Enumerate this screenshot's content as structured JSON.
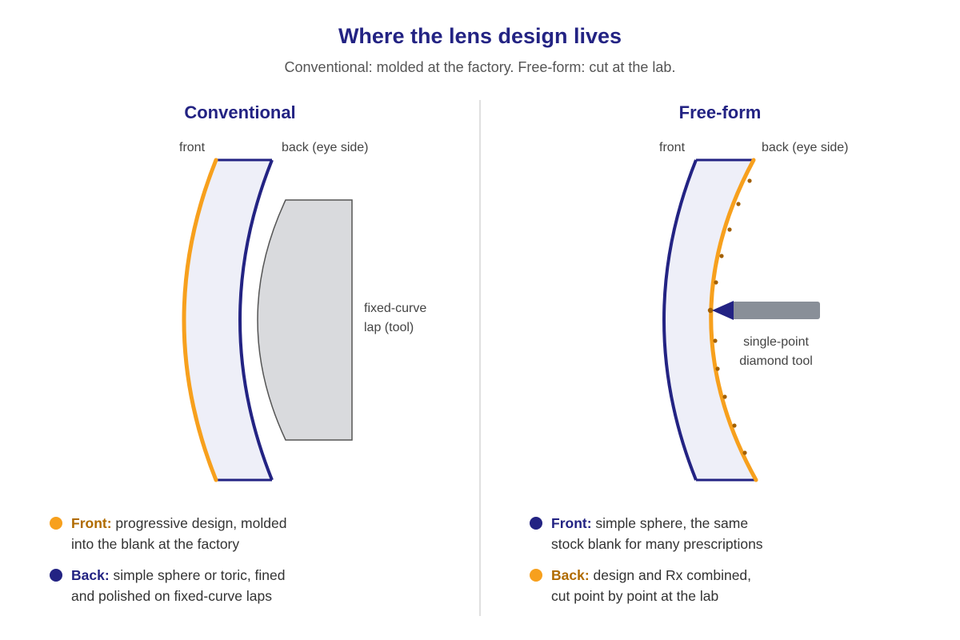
{
  "header": {
    "title": "Where the lens design lives",
    "subtitle": "Conventional: molded at the factory. Free-form: cut at the lab."
  },
  "colors": {
    "navy": "#232383",
    "orange": "#f7a01d",
    "lens_fill": "#eeeff8",
    "tool_gray": "#898f98",
    "lap_fill": "#d9dadd",
    "dot_brown": "#a36000",
    "legend_orange_text": "#b06b00"
  },
  "conventional": {
    "title": "Conventional",
    "front_label": "front",
    "back_label": "back (eye side)",
    "tool_label_line1": "fixed-curve",
    "tool_label_line2": "lap (tool)",
    "legend": [
      {
        "term": "Front:",
        "line1": "progressive design, molded",
        "line2": "into the blank at the factory",
        "dot": "orange"
      },
      {
        "term": "Back:",
        "line1": "simple sphere or toric, fined",
        "line2": "and polished on fixed-curve laps",
        "dot": "navy"
      }
    ]
  },
  "freeform": {
    "title": "Free-form",
    "front_label": "front",
    "back_label": "back (eye side)",
    "tool_label_line1": "single-point",
    "tool_label_line2": "diamond tool",
    "legend": [
      {
        "term": "Front:",
        "line1": "simple sphere, the same",
        "line2": "stock blank for many prescriptions",
        "dot": "navy"
      },
      {
        "term": "Back:",
        "line1": "design and Rx combined,",
        "line2": "cut point by point at the lab",
        "dot": "orange"
      }
    ]
  }
}
